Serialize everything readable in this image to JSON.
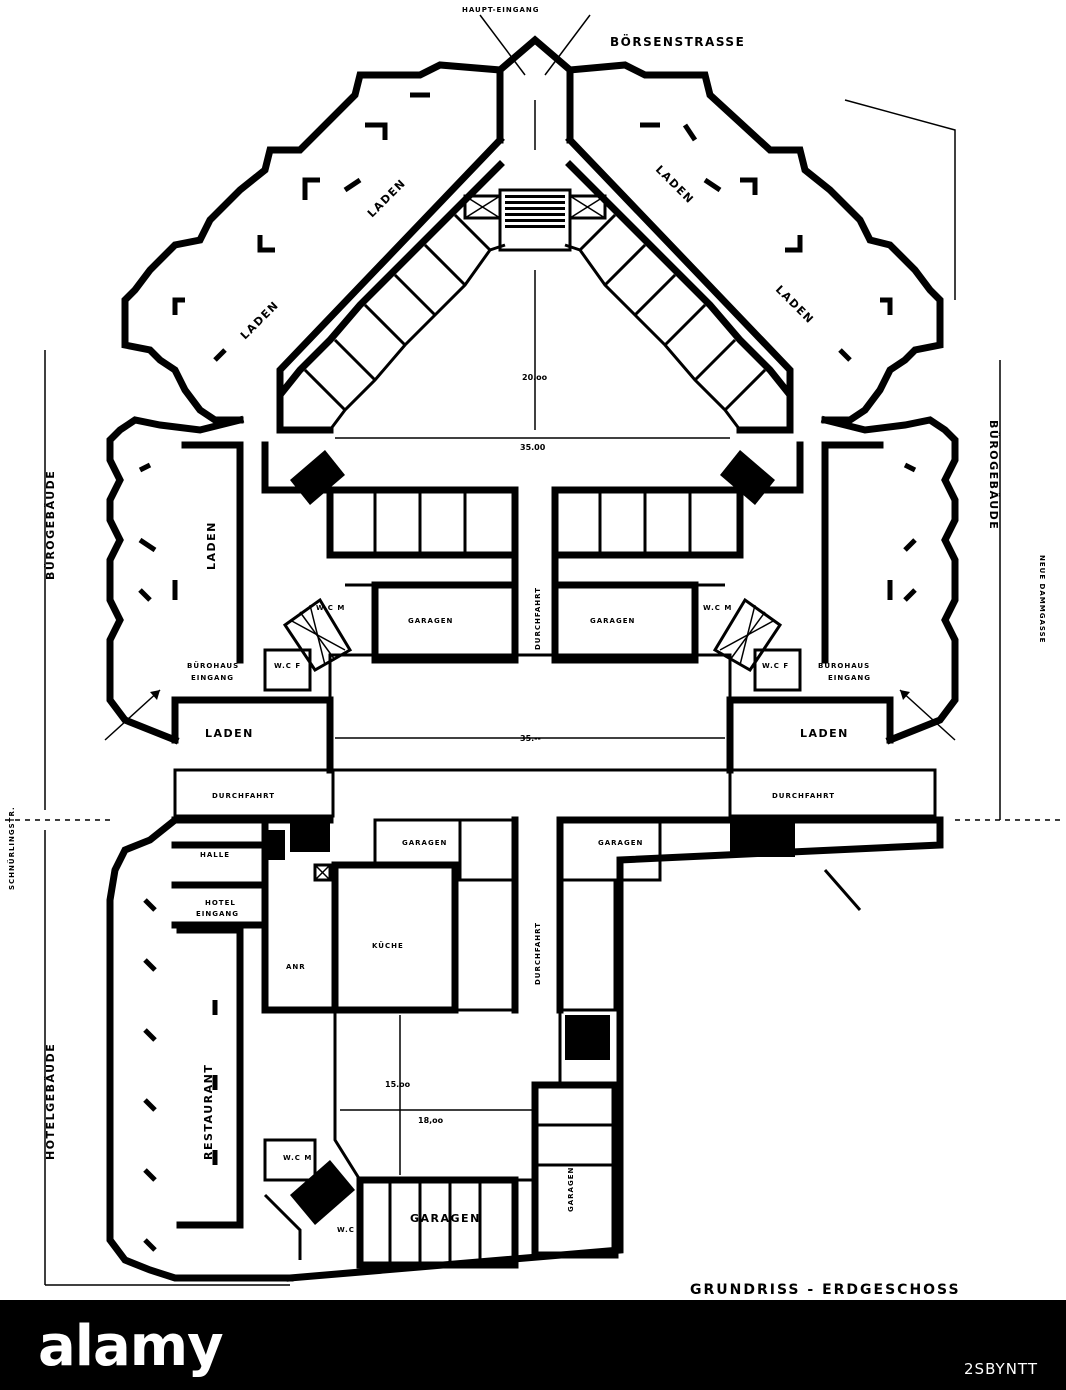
{
  "labels": {
    "haupt_eingang": "HAUPT-EINGANG",
    "boersenstrasse": "BÖRSENSTRASSE",
    "bürogebäude_left": "BÜROGEBÄUDE",
    "bürogebäude_right": "BÜROGEBÄUDE",
    "schnurlingstr": "SCHNÜRLINGSTR.",
    "neue_dammgasse": "NEUE DAMMGASSE",
    "hotelgebäude": "HOTELGEBÄUDE",
    "laden": "LADEN",
    "durchfahrt": "DURCHFAHRT",
    "garagen": "GARAGEN",
    "wc_m": "W.C M",
    "wc_f": "W.C F",
    "buerohaus_eingang_1": "BÜROHAUS",
    "buerohaus_eingang_2": "EINGANG",
    "halle": "HALLE",
    "hotel_eingang_1": "HOTEL",
    "hotel_eingang_2": "EINGANG",
    "anr": "ANR",
    "kueche": "KÜCHE",
    "restaurant": "RESTAURANT",
    "title": "GRUNDRISS - ERDGESCHOSS"
  },
  "dimensions": {
    "d_20": "20.oo",
    "d_35_top": "35.00",
    "d_35_mid": "35.--",
    "d_15": "15.oo",
    "d_18": "18,oo"
  },
  "footer": {
    "logo": "alamy",
    "image_id": "2SBYNTT"
  }
}
